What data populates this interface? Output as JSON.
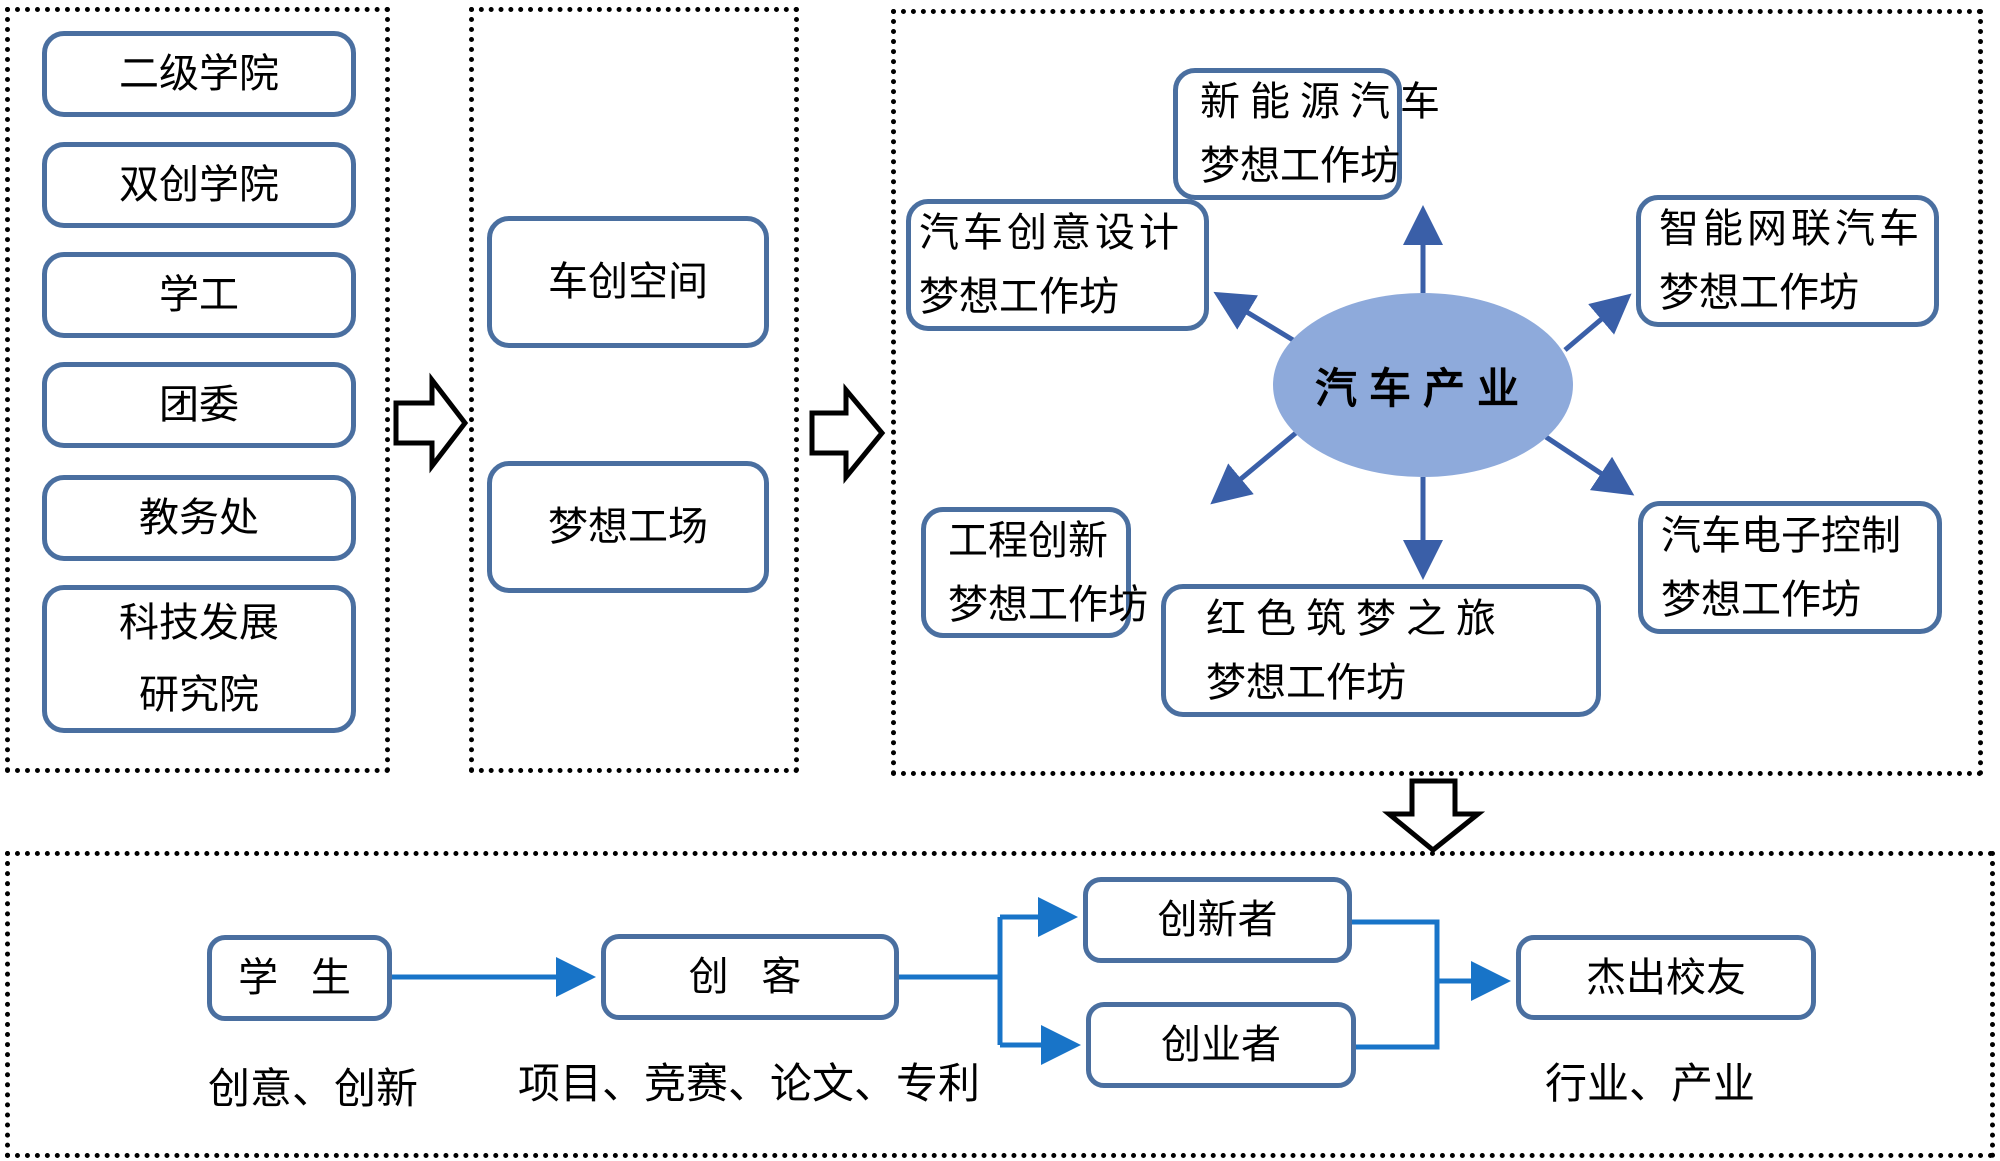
{
  "stage1": {
    "items": [
      {
        "lines": [
          "二级学院"
        ]
      },
      {
        "lines": [
          "双创学院"
        ]
      },
      {
        "lines": [
          "学工"
        ]
      },
      {
        "lines": [
          "团委"
        ]
      },
      {
        "lines": [
          "教务处"
        ]
      },
      {
        "lines": [
          "科技发展",
          "研究院"
        ]
      }
    ]
  },
  "stage2": {
    "items": [
      {
        "label": "车创空间"
      },
      {
        "label": "梦想工场"
      }
    ]
  },
  "stage3": {
    "hub": "汽车产业",
    "workshops": [
      {
        "line1": "新能源汽车",
        "line2": "梦想工作坊"
      },
      {
        "line1": "汽车创意设计",
        "line2": "梦想工作坊"
      },
      {
        "line1": "智能网联汽车",
        "line2": "梦想工作坊"
      },
      {
        "line1": "工程创新",
        "line2": "梦想工作坊"
      },
      {
        "line1": "红色筑梦之旅",
        "line2": "梦想工作坊"
      },
      {
        "line1": "汽车电子控制",
        "line2": "梦想工作坊"
      }
    ]
  },
  "pathway": {
    "nodes": {
      "student": "学 生",
      "maker": "创 客",
      "innovator": "创新者",
      "entrepreneur": "创业者",
      "alumni": "杰出校友"
    },
    "captions": {
      "student": "创意、创新",
      "maker": "项目、竞赛、论文、专利",
      "alumni": "行业、产业"
    }
  },
  "colors": {
    "box_border": "#4a6fa0",
    "hub_fill": "#8eaadb",
    "hub_arrow": "#3a5fa8",
    "flow_arrow": "#1874c8"
  }
}
